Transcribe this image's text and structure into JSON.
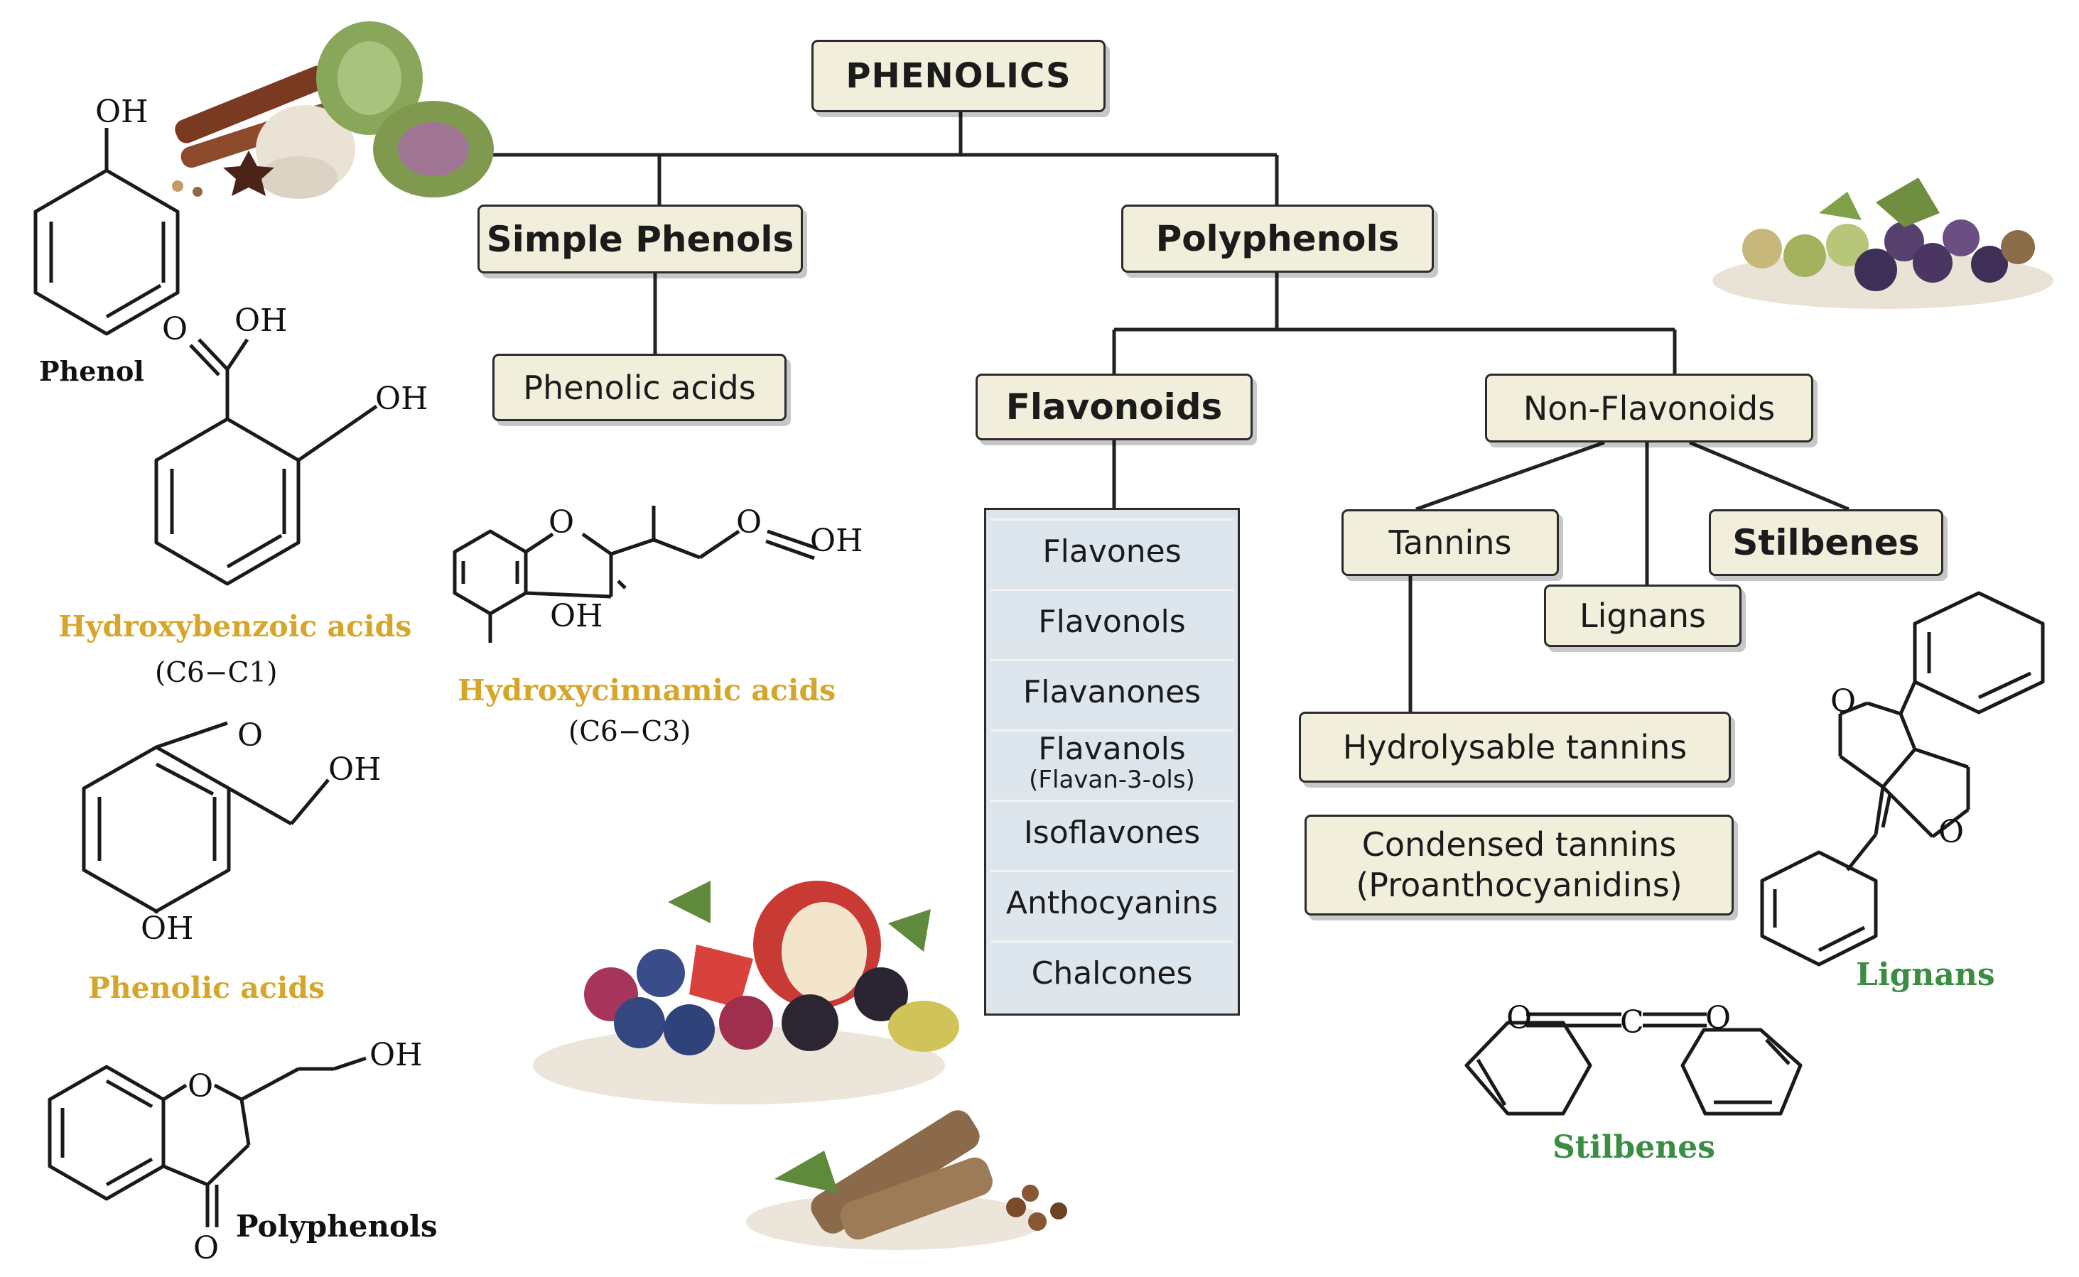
{
  "tree": {
    "root": "PHENOLICS",
    "simple_phenols": "Simple Phenols",
    "phenolic_acids_box": "Phenolic acids",
    "polyphenols": "Polyphenols",
    "flavonoids": "Flavonoids",
    "non_flavonoids": "Non-Flavonoids",
    "flavonoid_classes": [
      {
        "label": "Flavones",
        "sub": ""
      },
      {
        "label": "Flavonols",
        "sub": ""
      },
      {
        "label": "Flavanones",
        "sub": ""
      },
      {
        "label": "Flavanols",
        "sub": "(Flavan-3-ols)"
      },
      {
        "label": "Isoflavones",
        "sub": ""
      },
      {
        "label": "Anthocyanins",
        "sub": ""
      },
      {
        "label": "Chalcones",
        "sub": ""
      }
    ],
    "tannins": "Tannins",
    "lignans": "Lignans",
    "stilbenes": "Stilbenes",
    "hydrolysable_tannins": "Hydrolysable tannins",
    "condensed_tannins_line1": "Condensed tannins",
    "condensed_tannins_line2": "(Proanthocyanidins)"
  },
  "structures": {
    "phenol": {
      "label": "Phenol",
      "oh": "OH"
    },
    "hydroxybenzoic": {
      "label": "Hydroxybenzoic acids",
      "formula": "(C6−C1)",
      "o": "O",
      "oh1": "OH",
      "oh2": "OH"
    },
    "hydroxycinnamic": {
      "label": "Hydroxycinnamic acids",
      "formula": "(C6−C3)",
      "o1": "O",
      "o2": "O",
      "oh1": "OH",
      "oh2": "OH"
    },
    "phenolic_acids": {
      "label": "Phenolic acids",
      "o": "O",
      "oh1": "OH",
      "oh2": "OH"
    },
    "polyphenols": {
      "label": "Polyphenols",
      "o1": "O",
      "o2": "O",
      "oh": "OH"
    },
    "lignans": {
      "label": "Lignans",
      "o1": "O",
      "o2": "O"
    },
    "stilbenes": {
      "label": "Stilbenes",
      "o1": "O",
      "c": "C",
      "o2": "O"
    }
  },
  "illustrations": [
    "spices-artichoke-garlic-illustration",
    "grapes-olives-illustration",
    "berries-apple-illustration",
    "wood-bark-seeds-illustration"
  ],
  "colors": {
    "box_fill": "#f1efdb",
    "acid_label": "#d6a62a",
    "lignan_label": "#3b8d43"
  }
}
